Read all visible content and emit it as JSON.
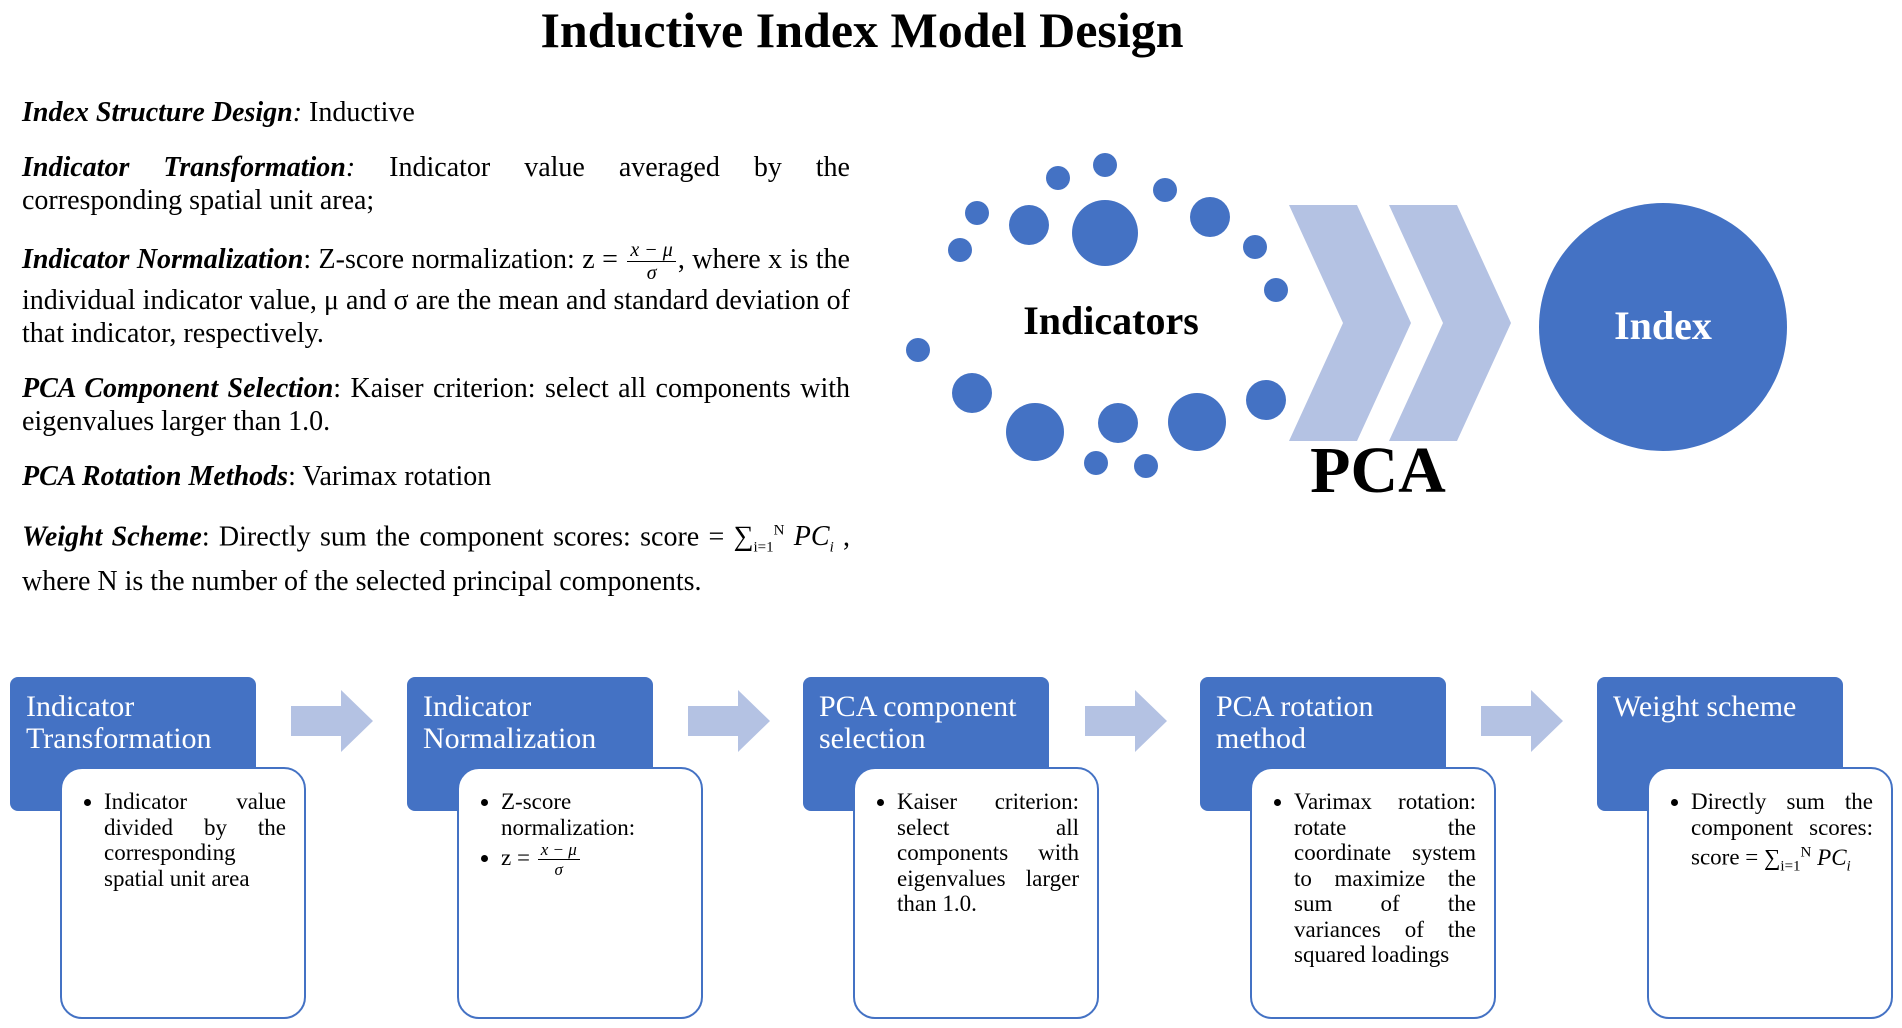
{
  "title": "Inductive Index Model Design",
  "description": {
    "structure": {
      "label": "Index Structure Design",
      "sep": ":",
      "text": " Inductive"
    },
    "transformation": {
      "label": "Indicator Transformation",
      "sep": ":",
      "text": " Indicator value averaged by the corresponding spatial unit area;"
    },
    "normalization": {
      "label": "Indicator Normalization",
      "sep": ":",
      "text_before": " Z-score normalization: z = ",
      "frac_num": "x − μ",
      "frac_den": "σ",
      "text_after": ", where x is the individual indicator value, μ and σ are the mean and standard deviation of that indicator, respectively."
    },
    "component_selection": {
      "label": "PCA Component Selection",
      "sep": ":",
      "text": " Kaiser criterion: select all components with eigenvalues larger than 1.0."
    },
    "rotation": {
      "label": "PCA Rotation Methods",
      "sep": ":",
      "text": " Varimax rotation"
    },
    "weight": {
      "label": "Weight Scheme",
      "sep": ":",
      "text_before": " Directly sum the component scores: score = ",
      "sum_symbol": "∑",
      "sum_sub": "i=1",
      "sum_sup": "N",
      "pc_text": "PC",
      "pc_sub": "i",
      "text_after": " , where N is the number of the selected principal components."
    }
  },
  "graphic": {
    "indicators_label": "Indicators",
    "index_label": "Index",
    "pca_label": "PCA",
    "colors": {
      "accent": "#4472c4",
      "chevron": "#b4c2e3"
    }
  },
  "steps": [
    {
      "head": "Indicator Transformation",
      "bullets": [
        "Indicator value divided by the corresponding spatial unit area"
      ]
    },
    {
      "head": "Indicator Normalization",
      "bullets": [
        "Z-score normalization:",
        "z = "
      ],
      "frac_num": "x − μ",
      "frac_den": "σ"
    },
    {
      "head": "PCA component selection",
      "bullets": [
        "Kaiser criterion: select all components with eigenvalues larger than 1.0."
      ]
    },
    {
      "head": "PCA rotation method",
      "bullets": [
        "Varimax rotation: rotate the coordinate system to maximize the sum of the variances of the squared loadings"
      ]
    },
    {
      "head": "Weight scheme",
      "bullets": [
        "Directly sum the component scores: score = "
      ],
      "sum_symbol": "∑",
      "sum_sub": "i=1",
      "sum_sup": "N",
      "pc_text": "PC",
      "pc_sub": "i"
    }
  ]
}
